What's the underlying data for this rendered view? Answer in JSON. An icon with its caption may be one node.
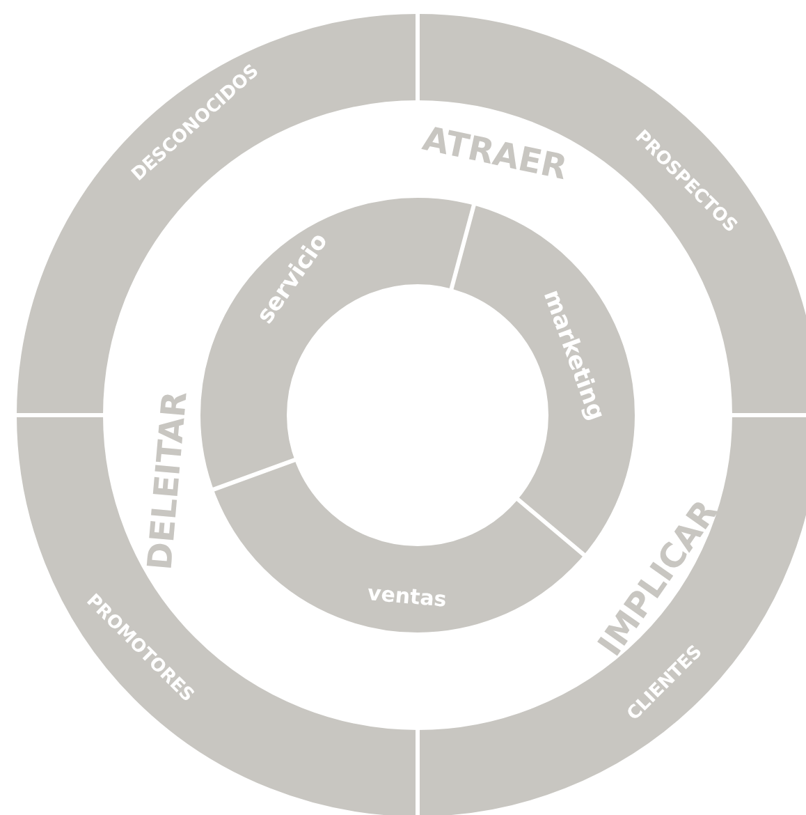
{
  "diagram": {
    "labels": [
      "DESCONOCIDOS",
      "ATRAER",
      "PROSPECTOS",
      "servicio",
      "marketing",
      "DELEITAR",
      "ventas",
      "IMPLICAR",
      "PROMOTORES",
      "CLIENTES"
    ]
  }
}
